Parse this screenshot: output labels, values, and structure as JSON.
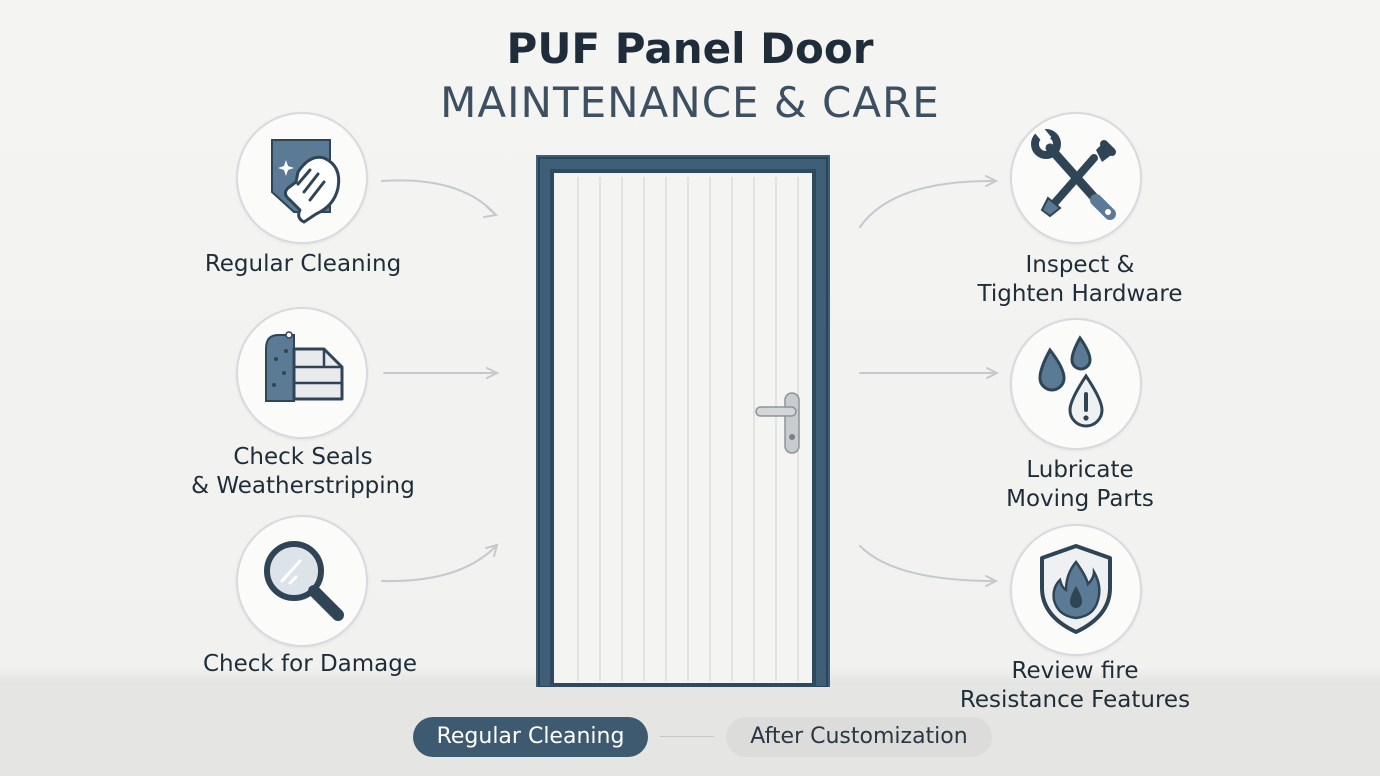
{
  "title": {
    "line1": "PUF Panel Door",
    "line2": "MAINTENANCE & CARE"
  },
  "left_items": [
    {
      "icon": "cleaning-cloth-hand-icon",
      "lines": [
        "Regular Cleaning"
      ]
    },
    {
      "icon": "seal-weatherstrip-icon",
      "lines": [
        "Check Seals",
        "& Weatherstripping"
      ]
    },
    {
      "icon": "magnifying-glass-icon",
      "lines": [
        "Check for Damage"
      ]
    }
  ],
  "right_items": [
    {
      "icon": "wrench-screwdriver-icon",
      "lines": [
        "Inspect &",
        "Tighten Hardware"
      ]
    },
    {
      "icon": "oil-drops-icon",
      "lines": [
        "Lubricate",
        "Moving Parts"
      ]
    },
    {
      "icon": "fire-shield-icon",
      "lines": [
        "Review fire",
        "Resistance Features"
      ]
    }
  ],
  "footer": {
    "active_label": "Regular Cleaning",
    "inactive_label": "After Customization"
  },
  "colors": {
    "accent": "#3d5a70",
    "frame": "#3f5f78",
    "text": "#1f2d38",
    "icon_fill": "#5b7a96"
  }
}
